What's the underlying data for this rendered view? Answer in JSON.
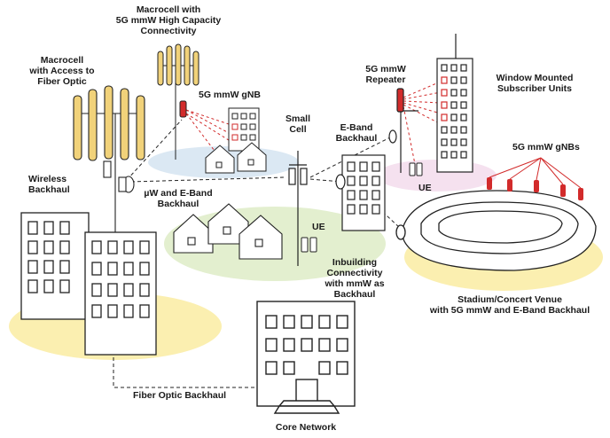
{
  "labels": {
    "macro_hc": [
      "Macrocell with",
      "5G mmW High Capacity",
      "Connectivity"
    ],
    "macro_fiber": [
      "Macrocell",
      "with Access to",
      "Fiber Optic"
    ],
    "gnb": "5G mmW gNB",
    "small_cell": [
      "Small",
      "Cell"
    ],
    "repeater": [
      "5G mmW",
      "Repeater"
    ],
    "window_units": [
      "Window Mounted",
      "Subscriber Units"
    ],
    "eband": [
      "E-Band",
      "Backhaul"
    ],
    "gnbs": "5G mmW gNBs",
    "wireless": [
      "Wireless",
      "Backhaul"
    ],
    "uw_eband": [
      "µW and E-Band",
      "Backhaul"
    ],
    "ue_top": "UE",
    "ue_mid": "UE",
    "inbuilding": [
      "Inbuilding",
      "Connectivity",
      "with mmW as",
      "Backhaul"
    ],
    "stadium": [
      "Stadium/Concert Venue",
      "with 5G mmW and E-Band Backhaul"
    ],
    "fiber": "Fiber Optic Backhaul",
    "core": "Core Network"
  },
  "colors": {
    "yellow": "#fbefb0",
    "blue": "#dbe8f3",
    "green": "#e3efcf",
    "pink": "#f5e1ef",
    "panel": "#f1d27a",
    "red": "#d22b2b"
  }
}
